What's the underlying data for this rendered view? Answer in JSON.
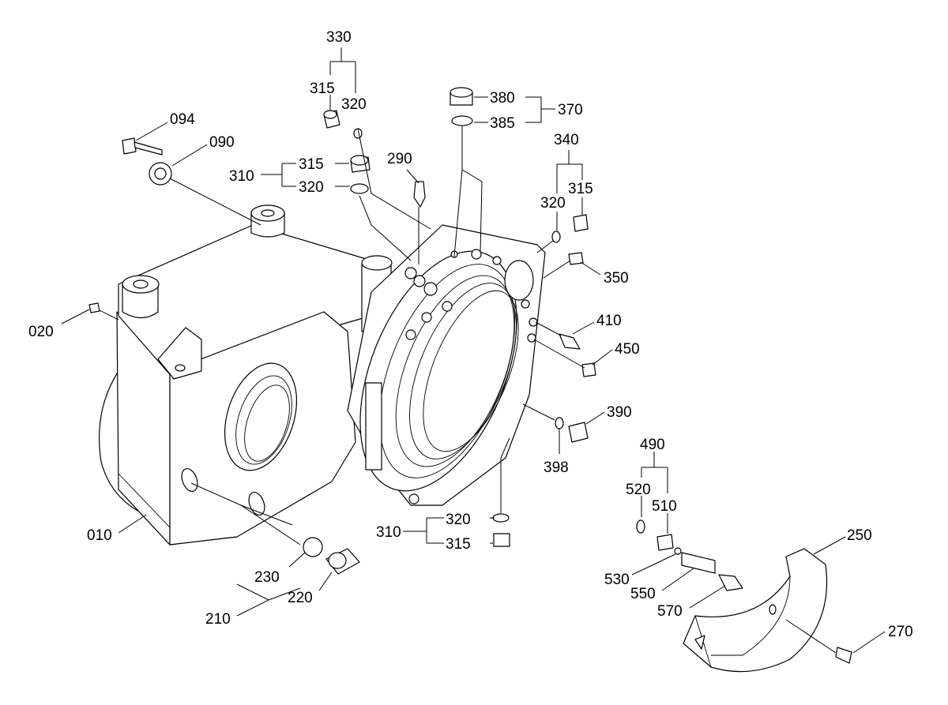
{
  "labels": {
    "l330": "330",
    "l315a": "315",
    "l320a": "320",
    "l380": "380",
    "l370": "370",
    "l385": "385",
    "l094": "094",
    "l090": "090",
    "l310a": "310",
    "l315b": "315",
    "l320b": "320",
    "l290": "290",
    "l340": "340",
    "l320c": "320",
    "l315c": "315",
    "l350": "350",
    "l020": "020",
    "l410": "410",
    "l450": "450",
    "l390": "390",
    "l398": "398",
    "l490": "490",
    "l520": "520",
    "l510": "510",
    "l310b": "310",
    "l320d": "320",
    "l315d": "315",
    "l010": "010",
    "l250": "250",
    "l230": "230",
    "l220": "220",
    "l210": "210",
    "l530": "530",
    "l550": "550",
    "l570": "570",
    "l270": "270"
  }
}
